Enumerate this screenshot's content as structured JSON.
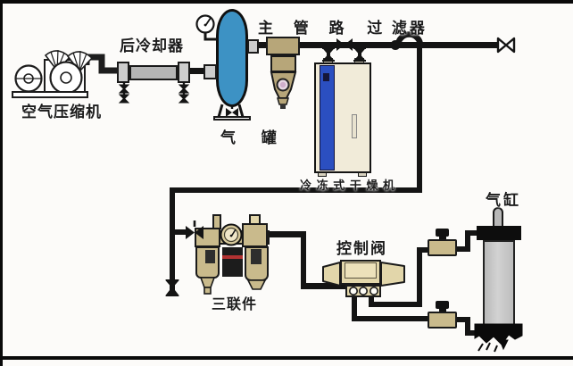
{
  "diagram_type": "pneumatic-air-system-diagram",
  "labels": {
    "compressor": "空气压缩机",
    "aftercooler": "后冷却器",
    "air_tank": "气 罐",
    "main_line_filter_1": "主 管 路",
    "main_line_filter_2": "过 滤器",
    "dryer": "冷 冻 式 干 燥 机",
    "frl_unit": "三联件",
    "control_valve": "控制阀",
    "cylinder": "气缸"
  },
  "colors": {
    "line": "#141414",
    "tank-blue": "#3d92c4",
    "dryer-blue": "#2b4fc0",
    "tan": "#c9ba8c",
    "tan-light": "#e2d6aa",
    "gray": "#b5b5b5",
    "gray-light": "#cdcdcd",
    "red-stripe": "#b23232",
    "cream": "#f1ebd9"
  }
}
